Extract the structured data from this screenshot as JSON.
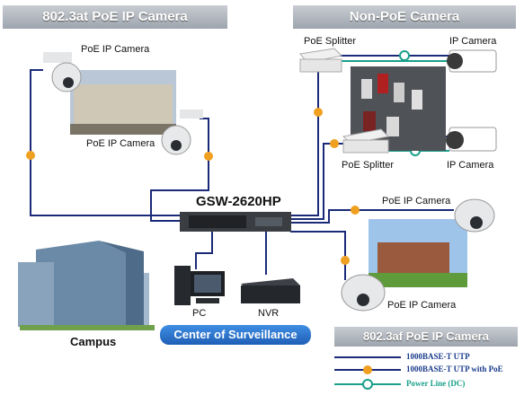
{
  "banners": {
    "poe_at": "802.3at PoE IP Camera",
    "non_poe": "Non-PoE Camera",
    "center": "Center of Surveillance",
    "poe_af": "802.3af PoE IP Camera"
  },
  "switch": {
    "model": "GSW-2620HP"
  },
  "labels": {
    "poe_cam_top": "PoE IP Camera",
    "poe_cam_mid": "PoE IP Camera",
    "poe_splitter_top": "PoE Splitter",
    "ip_camera_top": "IP Camera",
    "poe_splitter_bottom": "PoE Splitter",
    "ip_camera_bottom": "IP Camera",
    "poe_cam_right_top": "PoE IP Camera",
    "poe_cam_right_bottom": "PoE IP Camera",
    "pc": "PC",
    "nvr": "NVR",
    "campus": "Campus"
  },
  "legend": [
    {
      "text": "1000BASE-T UTP",
      "color": "#1b2a78"
    },
    {
      "text": "1000BASE-T UTP with PoE",
      "color": "#1b2a78"
    },
    {
      "text": "Power Line (DC)",
      "color": "#19a08a"
    }
  ],
  "colors": {
    "utp": "#1b2a78",
    "poe_badge": "#f0a020",
    "dc": "#19a08a",
    "banner_blue": "#2b74d0"
  }
}
